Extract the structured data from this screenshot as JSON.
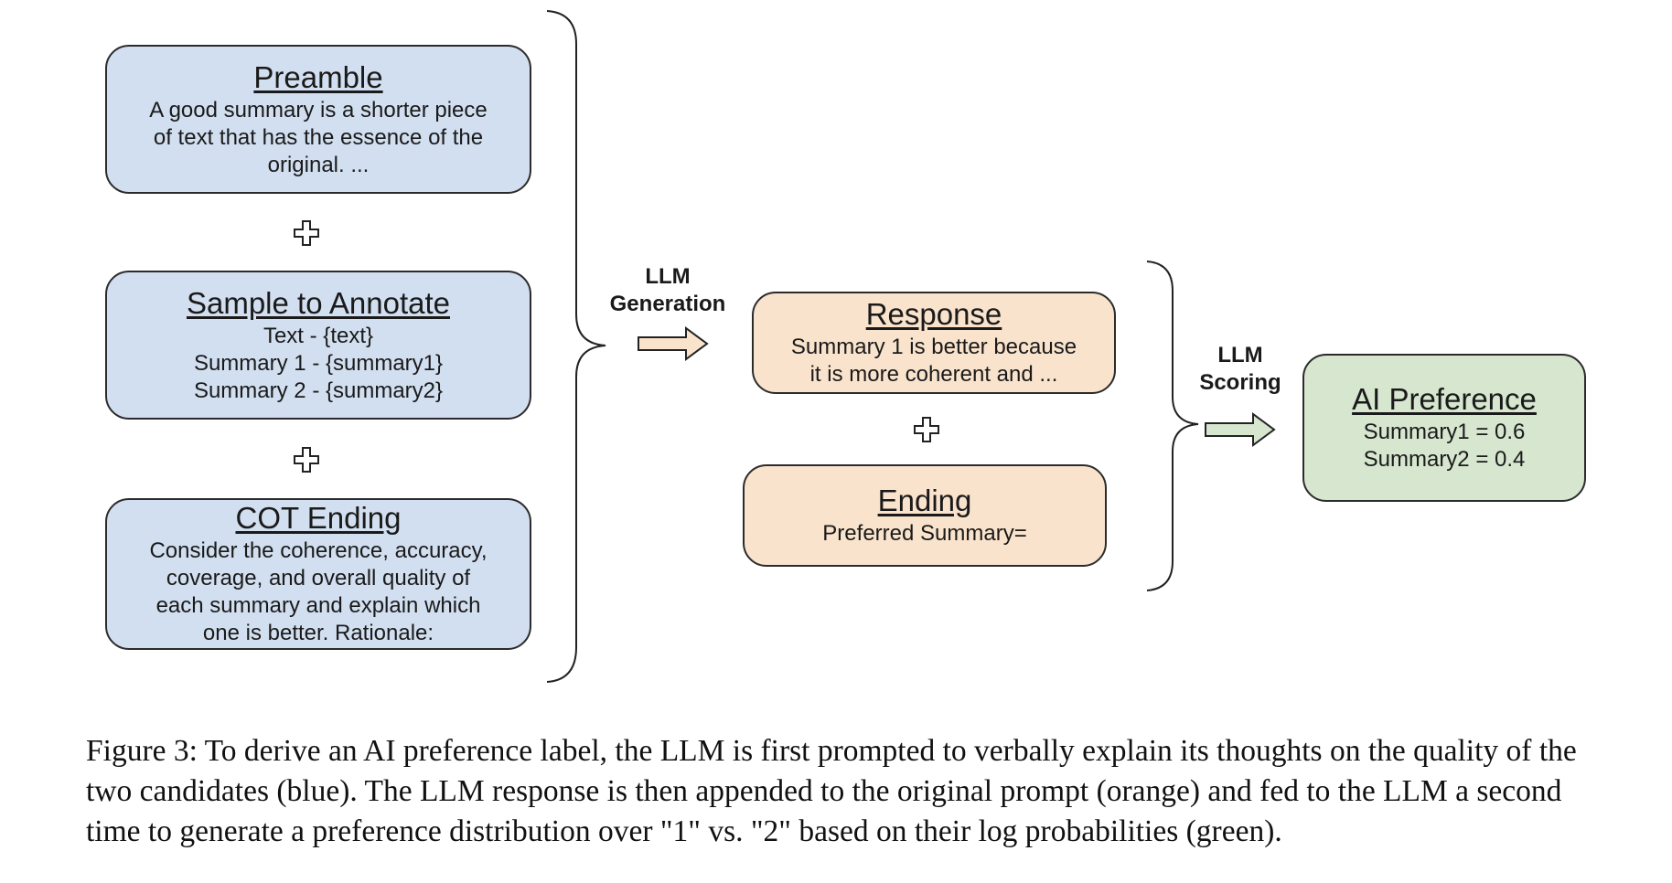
{
  "left_group": {
    "preamble": {
      "title": "Preamble",
      "lines": [
        "A good summary is a shorter piece",
        "of text that has the essence of the",
        "original. ..."
      ]
    },
    "sample": {
      "title": "Sample to Annotate",
      "lines": [
        "Text - {text}",
        "Summary 1 - {summary1}",
        "Summary 2 - {summary2}"
      ]
    },
    "cot": {
      "title": "COT Ending",
      "lines": [
        "Consider the coherence, accuracy,",
        "coverage, and overall quality of",
        "each summary and explain which",
        "one is better. Rationale:"
      ]
    }
  },
  "step1_label": [
    "LLM",
    "Generation"
  ],
  "middle_group": {
    "response": {
      "title": "Response",
      "lines": [
        "Summary 1 is better because",
        "it is more coherent and ..."
      ]
    },
    "ending": {
      "title": "Ending",
      "lines": [
        "Preferred Summary="
      ]
    }
  },
  "step2_label": [
    "LLM",
    "Scoring"
  ],
  "result": {
    "title": "AI Preference",
    "lines": [
      "Summary1 = 0.6",
      "Summary2 = 0.4"
    ]
  },
  "colors": {
    "blue_fill": "#d2dff0",
    "orange_fill": "#f9e3cc",
    "green_fill": "#d6e6cf",
    "border": "#2b2b2b"
  },
  "caption": "Figure 3: To derive an AI preference label, the LLM is first prompted to verbally explain its thoughts on the quality of the two candidates (blue). The LLM response is then appended to the original prompt (orange) and fed to the LLM a second time to generate a preference distribution over \"1\" vs. \"2\" based on their log probabilities (green)."
}
